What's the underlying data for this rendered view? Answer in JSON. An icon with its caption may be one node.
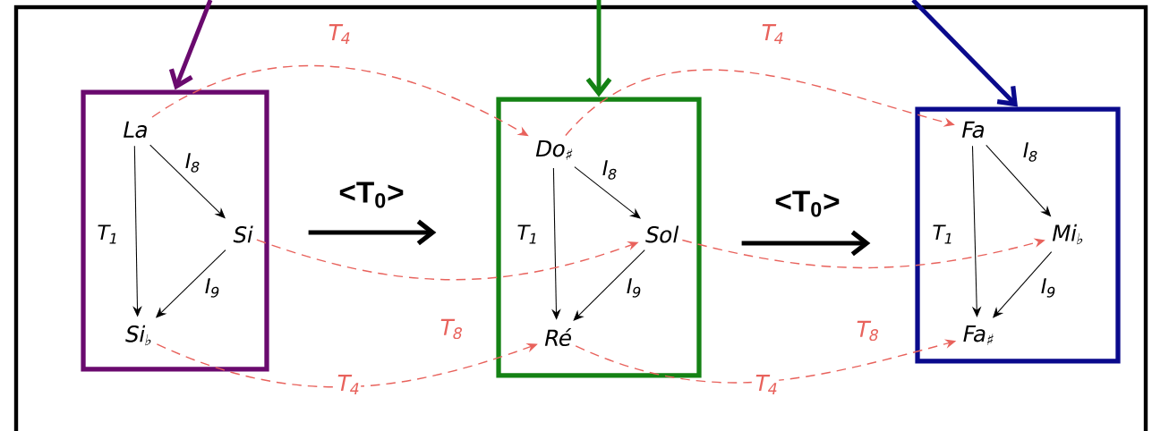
{
  "diagram": {
    "nodes": [
      {
        "text": [],
        "shape": "box"
      },
      {
        "text": [
          "La"
        ],
        "in": 0
      },
      {
        "text": [
          "Si"
        ],
        "in": 0
      },
      {
        "text": [
          "Si$_{♭}$"
        ],
        "in": 0
      },
      {
        "text": [],
        "shape": "box"
      },
      {
        "text": [
          "Do$_{♯}$"
        ],
        "in": 4
      },
      {
        "text": [
          "Sol"
        ],
        "in": 4
      },
      {
        "text": [
          "Ré"
        ],
        "in": 4
      },
      {
        "text": [],
        "shape": "box"
      },
      {
        "text": [
          "Fa"
        ],
        "in": 8
      },
      {
        "text": [
          "Mi$_{♭}$"
        ],
        "in": 8
      },
      {
        "text": [
          "Fa$_{♯}$"
        ],
        "in": 8
      }
    ],
    "edges": [
      {
        "from": null,
        "to": 0,
        "arrow": "to",
        "style": "thick",
        "color": "#6a0a6e"
      },
      {
        "from": null,
        "to": 4,
        "arrow": "to",
        "style": "thick",
        "color": "#148214"
      },
      {
        "from": null,
        "to": 8,
        "arrow": "to",
        "style": "thick",
        "color": "#0a0a8c"
      },
      {
        "from": 0,
        "to": 4,
        "arrow": "to",
        "style": "thick",
        "label": "<T$_{0}$>"
      },
      {
        "from": 4,
        "to": 8,
        "arrow": "to",
        "style": "thick",
        "label": "<T$_{0}$>"
      },
      {
        "from": 1,
        "to": 2,
        "arrow": "to",
        "label": "I$_{8}$"
      },
      {
        "from": 1,
        "to": 3,
        "arrow": "to",
        "label": "T$_{1}$"
      },
      {
        "from": 2,
        "to": 3,
        "arrow": "to",
        "label": "I$_{9}$"
      },
      {
        "from": 5,
        "to": 6,
        "arrow": "to",
        "label": "I$_{8}$"
      },
      {
        "from": 5,
        "to": 7,
        "arrow": "to",
        "label": "T$_{1}$"
      },
      {
        "from": 6,
        "to": 7,
        "arrow": "to",
        "label": "I$_{9}$"
      },
      {
        "from": 9,
        "to": 10,
        "arrow": "to",
        "label": "I$_{8}$"
      },
      {
        "from": 9,
        "to": 11,
        "arrow": "to",
        "label": "T$_{1}$"
      },
      {
        "from": 10,
        "to": 11,
        "arrow": "to",
        "label": "I$_{9}$"
      },
      {
        "from": 1,
        "to": 5,
        "arrow": "to",
        "style": "dashed",
        "color": "#e8625c",
        "label": "T$_{4}$"
      },
      {
        "from": 5,
        "to": 9,
        "arrow": "to",
        "style": "dashed",
        "color": "#e8625c",
        "label": "T$_{4}$"
      },
      {
        "from": 2,
        "to": 6,
        "arrow": "to",
        "style": "dashed",
        "color": "#e8625c",
        "label": "T$_{8}$"
      },
      {
        "from": 6,
        "to": 10,
        "arrow": "to",
        "style": "dashed",
        "color": "#e8625c",
        "label": "T$_{8}$"
      },
      {
        "from": 3,
        "to": 7,
        "arrow": "to",
        "style": "dashed",
        "color": "#e8625c",
        "label": "T$_{4}$"
      },
      {
        "from": 7,
        "to": 11,
        "arrow": "to",
        "style": "dashed",
        "color": "#e8625c",
        "label": "T$_{4}$"
      }
    ]
  }
}
